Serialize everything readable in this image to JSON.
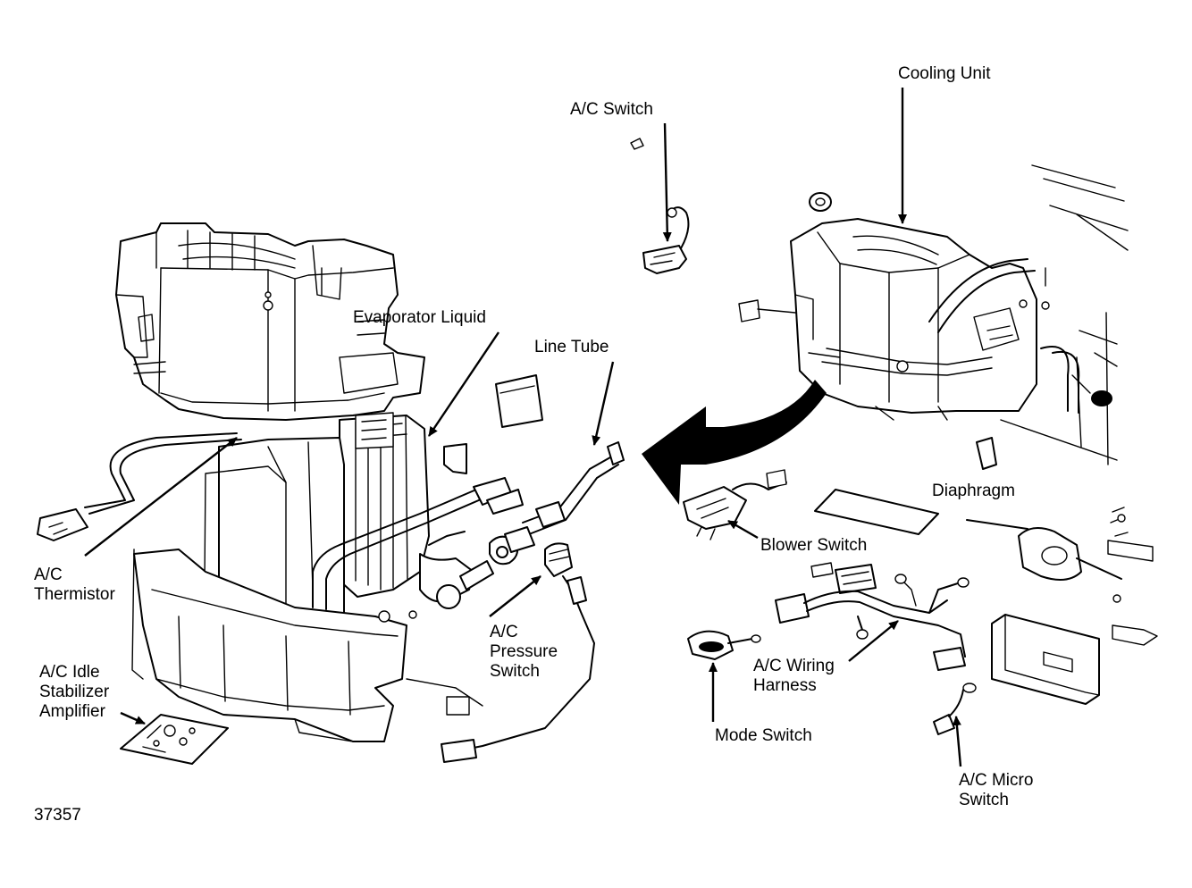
{
  "labels": {
    "cooling_unit": "Cooling Unit",
    "ac_switch": "A/C Switch",
    "evaporator_liquid": "Evaporator  Liquid",
    "line_tube": "Line Tube",
    "diaphragm": "Diaphragm",
    "blower_switch": "Blower Switch",
    "ac_thermistor": [
      "A/C",
      "Thermistor"
    ],
    "ac_pressure_switch": [
      "A/C",
      "Pressure",
      "Switch"
    ],
    "ac_wiring_harness": [
      "A/C Wiring",
      "Harness"
    ],
    "ac_idle_stabilizer_amplifier": [
      "A/C Idle",
      "Stabilizer",
      "Amplifier"
    ],
    "mode_switch": "Mode Switch",
    "ac_micro_switch": [
      "A/C Micro",
      "Switch"
    ],
    "figure_number": "37357"
  },
  "colors": {
    "ink": "#000000",
    "paper": "#ffffff"
  }
}
